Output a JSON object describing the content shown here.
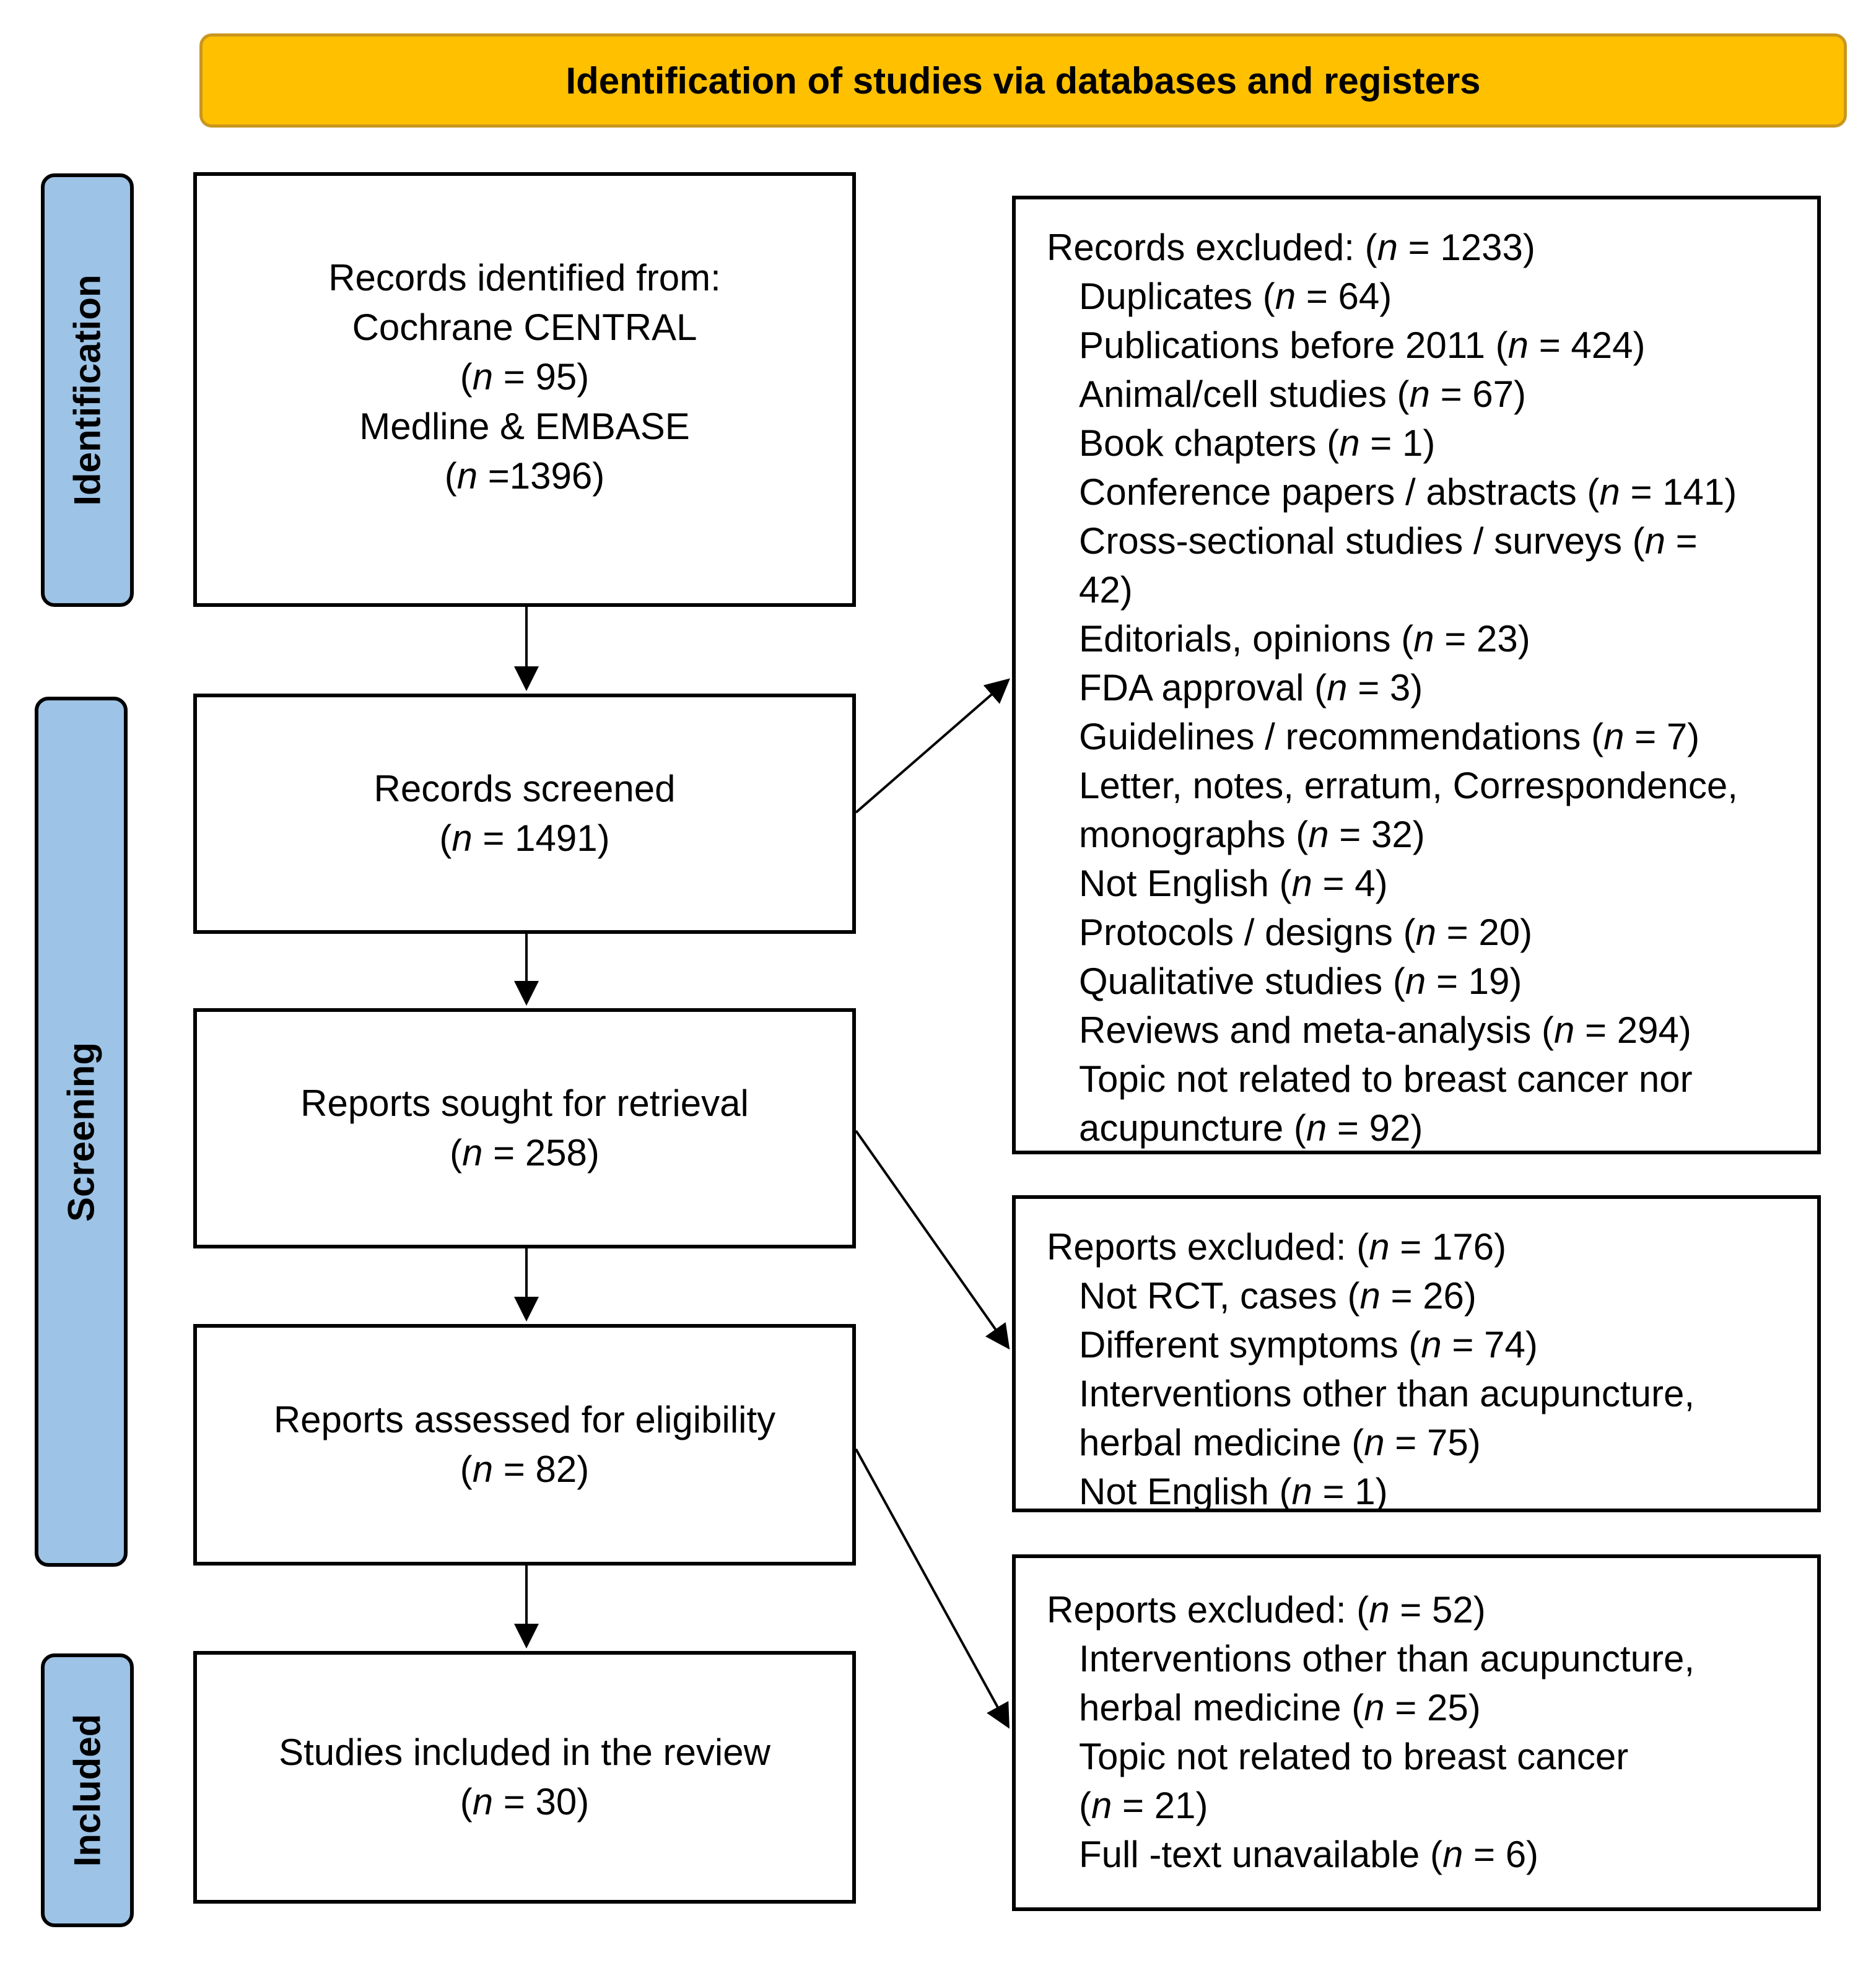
{
  "header": {
    "title": "Identification of studies via databases and registers"
  },
  "stages": {
    "identification": "Identification",
    "screening": "Screening",
    "included": "Included"
  },
  "n_symbol": "n",
  "identified": {
    "line1": "Records identified from:",
    "line2": "Cochrane CENTRAL",
    "count1": " = 95)",
    "line4": "Medline & EMBASE",
    "count2": " =1396)"
  },
  "screened": {
    "label": "Records screened",
    "count": " = 1491)"
  },
  "sought": {
    "label": "Reports sought for retrieval",
    "count": " = 258)"
  },
  "assessed": {
    "label": "Reports assessed for eligibility",
    "count": " = 82)"
  },
  "included": {
    "label": "Studies included in the review",
    "count": " = 30)"
  },
  "records_excluded": {
    "title": "Records excluded: (",
    "title_count": " = 1233)",
    "items": [
      {
        "text": "Duplicates (",
        "count": " = 64)"
      },
      {
        "text": "Publications before 2011 (",
        "count": " = 424)"
      },
      {
        "text": "Animal/cell studies (",
        "count": " = 67)"
      },
      {
        "text": "Book chapters (",
        "count": " = 1)"
      },
      {
        "text": "Conference papers / abstracts (",
        "count": " = 141)"
      },
      {
        "text": "Cross-sectional studies / surveys (",
        "count": " =",
        "count2": "42)"
      },
      {
        "text": "Editorials, opinions (",
        "count": " = 23)"
      },
      {
        "text": "FDA approval (",
        "count": " = 3)"
      },
      {
        "text": "Guidelines / recommendations (",
        "count": " = 7)"
      },
      {
        "text": "Letter, notes, erratum, Correspondence,",
        "text2": "monographs (",
        "count": " = 32)"
      },
      {
        "text": "Not English (",
        "count": " = 4)"
      },
      {
        "text": "Protocols / designs (",
        "count": " = 20)"
      },
      {
        "text": "Qualitative studies (",
        "count": " = 19)"
      },
      {
        "text": "Reviews and meta-analysis (",
        "count": " = 294)"
      },
      {
        "text": "Topic not related to breast cancer nor",
        "text2": "acupuncture (",
        "count": " = 92)"
      }
    ]
  },
  "reports_excluded_1": {
    "title": "Reports excluded: (",
    "title_count": " = 176)",
    "items": [
      {
        "text": "Not RCT, cases (",
        "count": " = 26)"
      },
      {
        "text": "Different symptoms (",
        "count": " = 74)"
      },
      {
        "text": "Interventions other than acupuncture,",
        "text2": "herbal medicine (",
        "count": " = 75)"
      },
      {
        "text": "Not English (",
        "count": " = 1)"
      }
    ]
  },
  "reports_excluded_2": {
    "title": "Reports excluded: (",
    "title_count": " = 52)",
    "items": [
      {
        "text": "Interventions other than acupuncture,",
        "text2": "herbal medicine (",
        "count": " = 25)"
      },
      {
        "text": "Topic not related to breast cancer",
        "text2": "(",
        "count": " = 21)"
      },
      {
        "text": "Full -text unavailable (",
        "count": " = 6)"
      }
    ]
  },
  "colors": {
    "header_fill": "#FFC000",
    "side_fill": "#9DC3E6"
  }
}
